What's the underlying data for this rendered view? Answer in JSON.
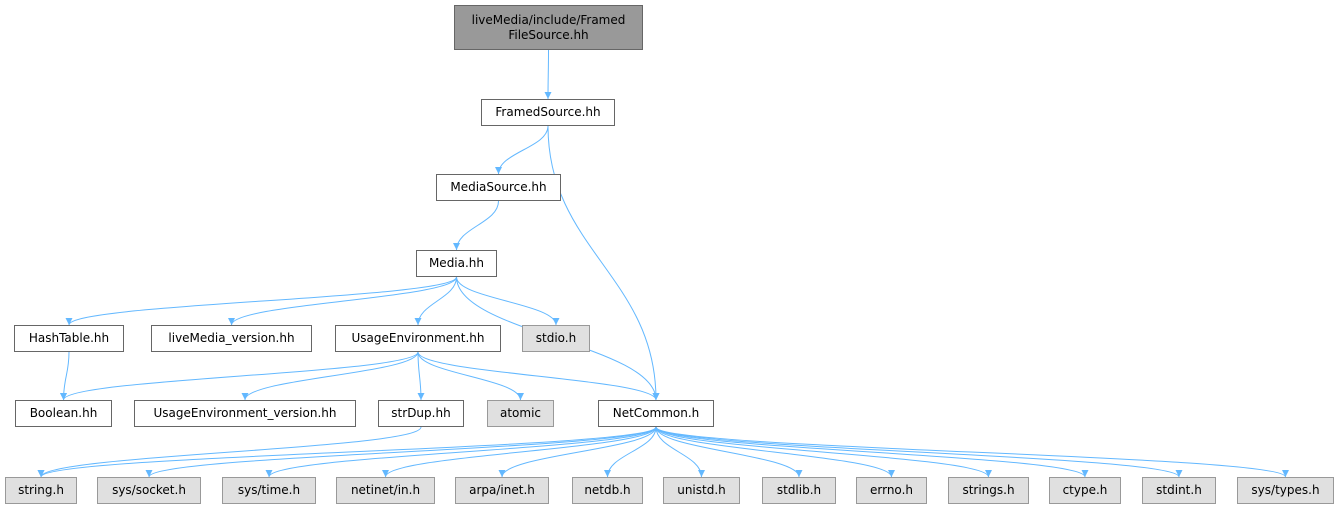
{
  "graph": {
    "colors": {
      "edge": "#63b8ff",
      "root_fill": "#999999",
      "local_fill": "#ffffff",
      "system_fill": "#e0e0e0",
      "border": "#666666"
    },
    "nodes": {
      "root": {
        "label": "liveMedia/include/Framed\nFileSource.hh",
        "kind": "root"
      },
      "framed": {
        "label": "FramedSource.hh",
        "kind": "local"
      },
      "mediasrc": {
        "label": "MediaSource.hh",
        "kind": "local"
      },
      "media": {
        "label": "Media.hh",
        "kind": "local"
      },
      "hashtable": {
        "label": "HashTable.hh",
        "kind": "local"
      },
      "lmversion": {
        "label": "liveMedia_version.hh",
        "kind": "local"
      },
      "usageenv": {
        "label": "UsageEnvironment.hh",
        "kind": "local"
      },
      "stdio": {
        "label": "stdio.h",
        "kind": "system"
      },
      "boolean": {
        "label": "Boolean.hh",
        "kind": "local"
      },
      "ueversion": {
        "label": "UsageEnvironment_version.hh",
        "kind": "local"
      },
      "strdup": {
        "label": "strDup.hh",
        "kind": "local"
      },
      "atomic": {
        "label": "atomic",
        "kind": "system"
      },
      "netcommon": {
        "label": "NetCommon.h",
        "kind": "local"
      },
      "string": {
        "label": "string.h",
        "kind": "system"
      },
      "syssocket": {
        "label": "sys/socket.h",
        "kind": "system"
      },
      "systime": {
        "label": "sys/time.h",
        "kind": "system"
      },
      "netinet": {
        "label": "netinet/in.h",
        "kind": "system"
      },
      "arpa": {
        "label": "arpa/inet.h",
        "kind": "system"
      },
      "netdb": {
        "label": "netdb.h",
        "kind": "system"
      },
      "unistd": {
        "label": "unistd.h",
        "kind": "system"
      },
      "stdlib": {
        "label": "stdlib.h",
        "kind": "system"
      },
      "errno": {
        "label": "errno.h",
        "kind": "system"
      },
      "strings": {
        "label": "strings.h",
        "kind": "system"
      },
      "ctype": {
        "label": "ctype.h",
        "kind": "system"
      },
      "stdint": {
        "label": "stdint.h",
        "kind": "system"
      },
      "systypes": {
        "label": "sys/types.h",
        "kind": "system"
      }
    },
    "edges": [
      [
        "root",
        "framed"
      ],
      [
        "framed",
        "mediasrc"
      ],
      [
        "framed",
        "netcommon"
      ],
      [
        "mediasrc",
        "media"
      ],
      [
        "media",
        "hashtable"
      ],
      [
        "media",
        "lmversion"
      ],
      [
        "media",
        "usageenv"
      ],
      [
        "media",
        "stdio"
      ],
      [
        "media",
        "netcommon"
      ],
      [
        "hashtable",
        "boolean"
      ],
      [
        "usageenv",
        "boolean"
      ],
      [
        "usageenv",
        "ueversion"
      ],
      [
        "usageenv",
        "strdup"
      ],
      [
        "usageenv",
        "atomic"
      ],
      [
        "usageenv",
        "netcommon"
      ],
      [
        "strdup",
        "string"
      ],
      [
        "netcommon",
        "string"
      ],
      [
        "netcommon",
        "syssocket"
      ],
      [
        "netcommon",
        "systime"
      ],
      [
        "netcommon",
        "netinet"
      ],
      [
        "netcommon",
        "arpa"
      ],
      [
        "netcommon",
        "netdb"
      ],
      [
        "netcommon",
        "unistd"
      ],
      [
        "netcommon",
        "stdlib"
      ],
      [
        "netcommon",
        "errno"
      ],
      [
        "netcommon",
        "strings"
      ],
      [
        "netcommon",
        "ctype"
      ],
      [
        "netcommon",
        "stdint"
      ],
      [
        "netcommon",
        "systypes"
      ]
    ]
  }
}
